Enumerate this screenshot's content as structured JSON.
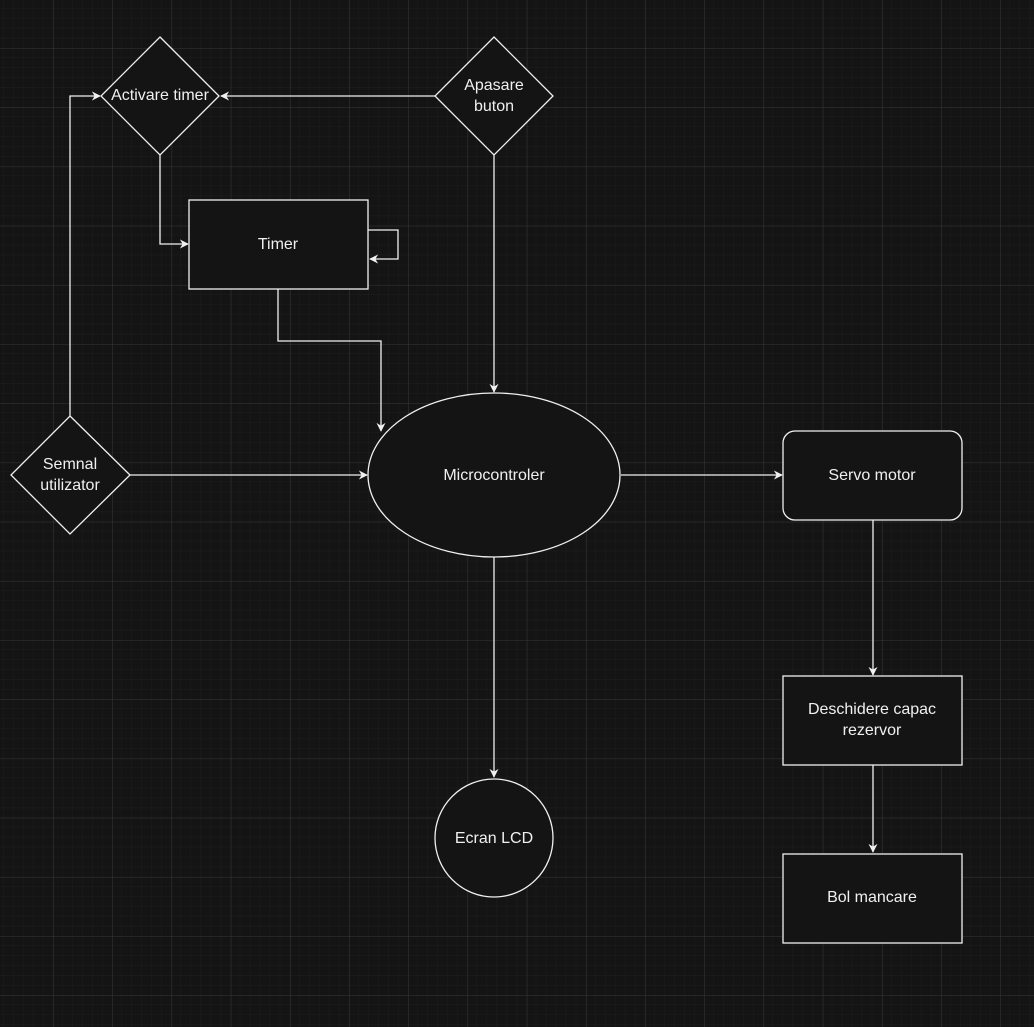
{
  "colors": {
    "background": "#141414",
    "grid_minor": "#262626",
    "grid_major": "#333333",
    "stroke": "#f0f0f0",
    "text": "#f0f0f0"
  },
  "nodes": {
    "activare_timer": {
      "label": "Activare timer"
    },
    "apasare_buton": {
      "label_line1": "Apasare",
      "label_line2": "buton"
    },
    "timer": {
      "label": "Timer"
    },
    "semnal_utilizator": {
      "label_line1": "Semnal",
      "label_line2": "utilizator"
    },
    "microcontroler": {
      "label": "Microcontroler"
    },
    "servo_motor": {
      "label": "Servo motor"
    },
    "deschidere_capac": {
      "label_line1": "Deschidere capac",
      "label_line2": "rezervor"
    },
    "ecran_lcd": {
      "label": "Ecran LCD"
    },
    "bol_mancare": {
      "label": "Bol mancare"
    }
  },
  "edges": [
    {
      "from": "apasare_buton",
      "to": "activare_timer"
    },
    {
      "from": "activare_timer",
      "to": "timer"
    },
    {
      "from": "timer",
      "to": "timer"
    },
    {
      "from": "timer",
      "to": "microcontroler"
    },
    {
      "from": "apasare_buton",
      "to": "microcontroler"
    },
    {
      "from": "semnal_utilizator",
      "to": "activare_timer"
    },
    {
      "from": "semnal_utilizator",
      "to": "microcontroler"
    },
    {
      "from": "microcontroler",
      "to": "servo_motor"
    },
    {
      "from": "microcontroler",
      "to": "ecran_lcd"
    },
    {
      "from": "servo_motor",
      "to": "deschidere_capac"
    },
    {
      "from": "deschidere_capac",
      "to": "bol_mancare"
    }
  ]
}
